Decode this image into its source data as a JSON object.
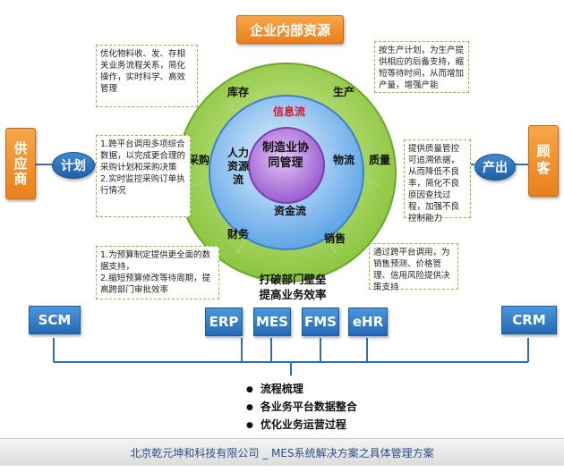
{
  "top_resource": "企业内部资源",
  "left_block": {
    "title": "供应商",
    "oval": "计划"
  },
  "right_block": {
    "title": "顾客",
    "oval": "产出"
  },
  "ring_outer": [
    "库存",
    "生产",
    "采购",
    "质量",
    "财务",
    "销售"
  ],
  "ring_middle": {
    "info_flow": "信息流",
    "people_flow": "人力资源流",
    "capital_flow": "资金流",
    "material_flow": "物流"
  },
  "center": "制造业协同管理",
  "notes": {
    "top_left": "优化物料收、发、存相关业务流程关系，简化操作，实时科学、高效管理",
    "top_right": "按生产计划，为生产提供相应的后备支持，缩短等待时间，从而增加产量，增强产能",
    "mid_left": "1.跨平台调用多项综合数据，以完成更合理的采购计划和采购决策\n2.实时监控采购订单执行情况",
    "mid_right": "提供质量管控可追溯依据，从而降低不良率，简化不良原因查找过程，加强不良控制能力",
    "bottom_left": "1.为预算制定提供更全面的数据支持，\n2.缩短预算修改等待周期，提高跨部门审批效率",
    "bottom_right": "通过跨平台调用，为销售预测、价格管理、信用风险提供决策支持"
  },
  "slogan": [
    "打破部门壁垒",
    "提高业务效率"
  ],
  "systems": [
    "SCM",
    "ERP",
    "MES",
    "FMS",
    "eHR",
    "CRM"
  ],
  "bullets": [
    "流程梳理",
    "各业务平台数据整合",
    "优化业务运营过程"
  ],
  "footer": "北京乾元坤和科技有限公司 _ MES系统解决方案之具体管理方案",
  "colors": {
    "orange": "#f08c2a",
    "blue": "#2e7bc6",
    "green": "#8bc53f",
    "purple": "#8a4fbf",
    "note_border": "#7dbf3c"
  }
}
